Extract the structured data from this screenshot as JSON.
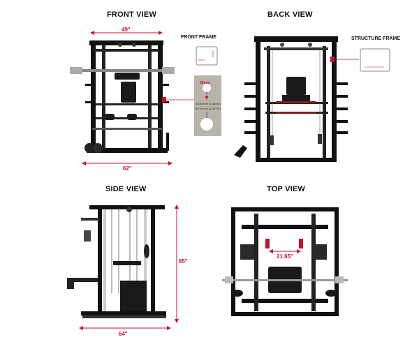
{
  "views": {
    "front": {
      "title": "FRONT VIEW",
      "width_top": "49\"",
      "width_bottom": "62\""
    },
    "back": {
      "title": "BACK VIEW"
    },
    "side": {
      "title": "SIDE VIEW",
      "height": "85\"",
      "depth": "64\""
    },
    "top": {
      "title": "TOP VIEW",
      "inner_width": "21.65\""
    }
  },
  "callouts": {
    "front_frame": {
      "title": "FRONT FRAME",
      "hole_size": "26mm",
      "spacing_1": "38.50 mm (1.484 in)",
      "spacing_2": "52.30 mm (2.497 in)"
    },
    "structure_frame": {
      "title": "STRUCTURE FRAME"
    }
  },
  "colors": {
    "accent": "#c8102e",
    "frame": "#111111",
    "plate": "#b9b4a8"
  }
}
